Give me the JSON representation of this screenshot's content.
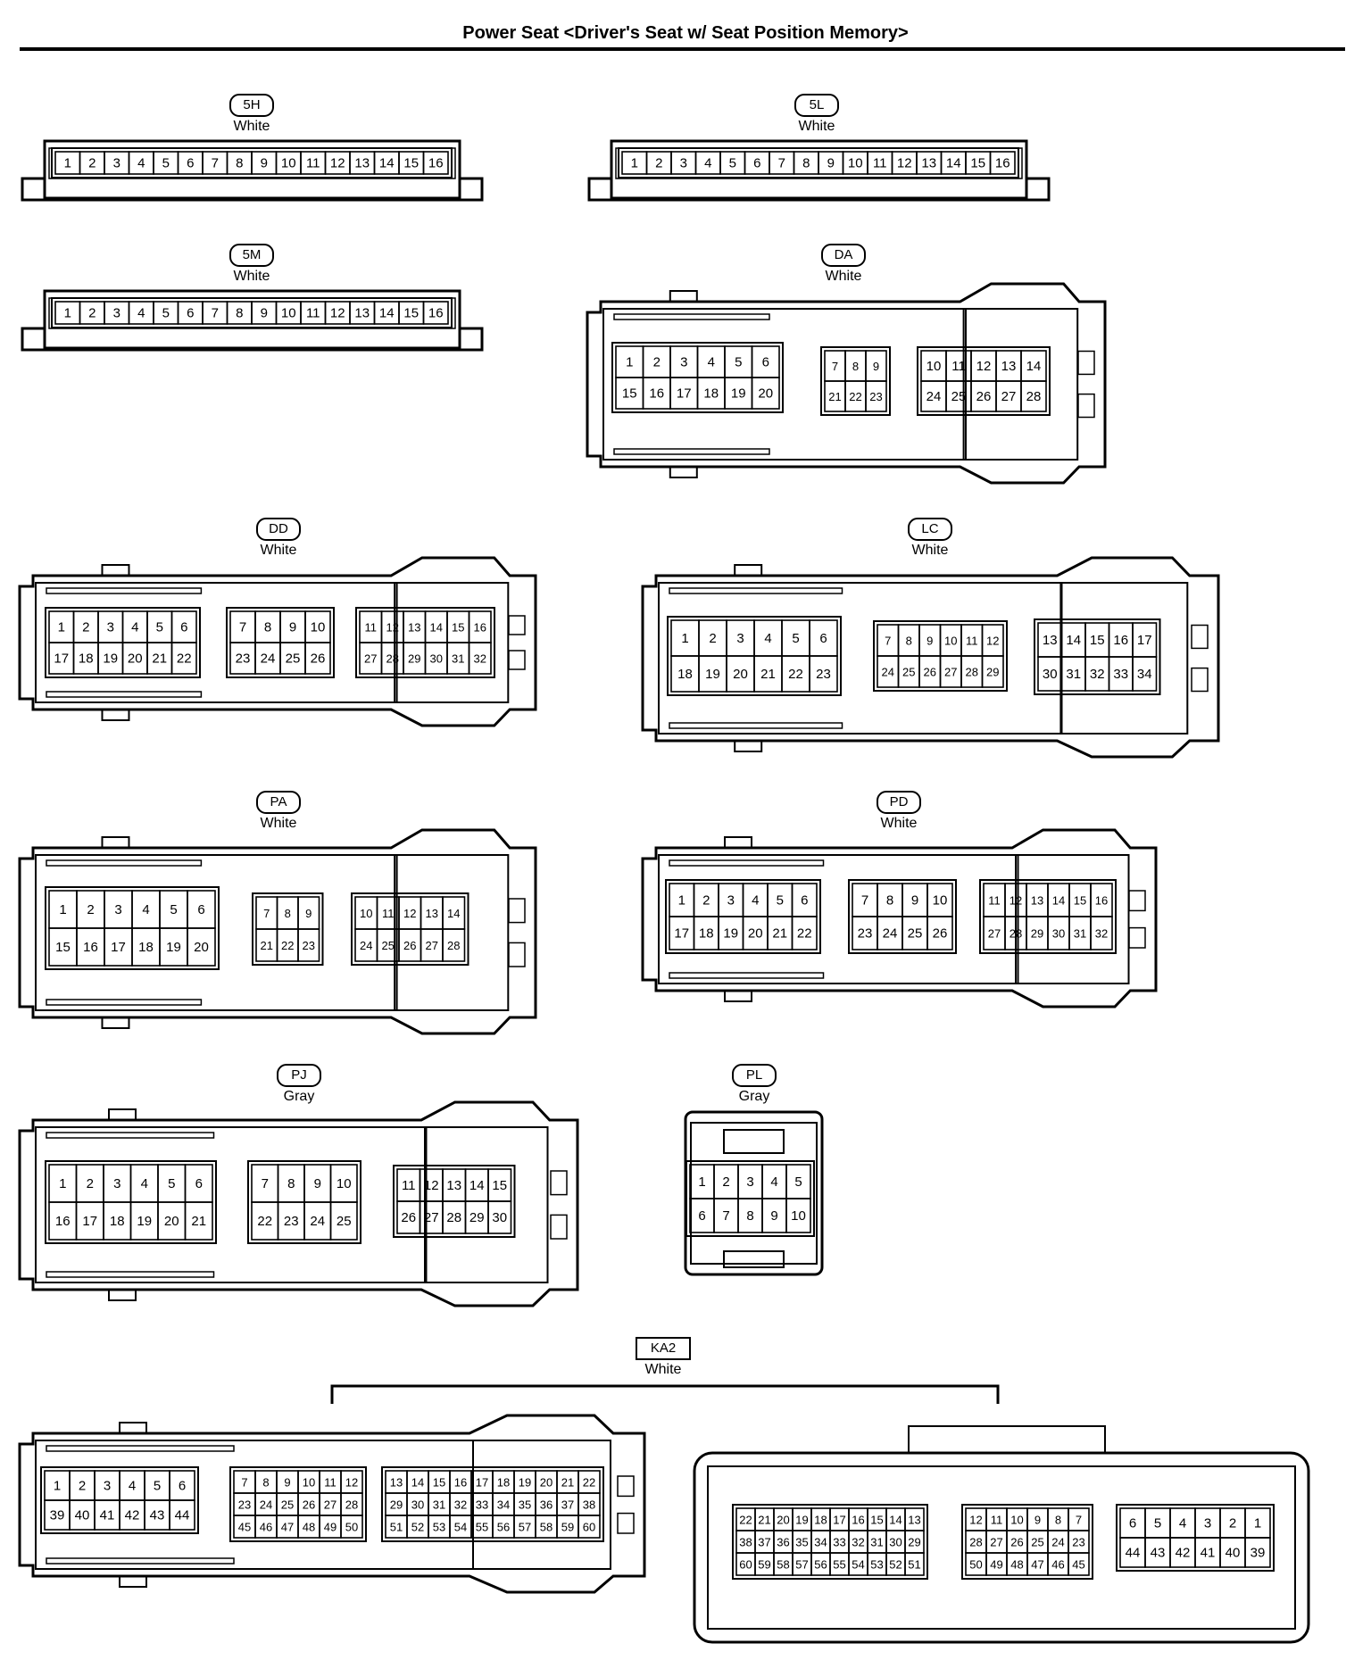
{
  "title": "Power Seat <Driver's Seat w/ Seat Position Memory>",
  "connectors": [
    {
      "id": "5H",
      "color": "White",
      "style": "pill",
      "blocks": [
        {
          "rows": [
            [
              1,
              2,
              3,
              4,
              5,
              6,
              7,
              8,
              9,
              10,
              11,
              12,
              13,
              14,
              15,
              16
            ]
          ]
        }
      ]
    },
    {
      "id": "5L",
      "color": "White",
      "style": "pill",
      "blocks": [
        {
          "rows": [
            [
              1,
              2,
              3,
              4,
              5,
              6,
              7,
              8,
              9,
              10,
              11,
              12,
              13,
              14,
              15,
              16
            ]
          ]
        }
      ]
    },
    {
      "id": "5M",
      "color": "White",
      "style": "pill",
      "blocks": [
        {
          "rows": [
            [
              1,
              2,
              3,
              4,
              5,
              6,
              7,
              8,
              9,
              10,
              11,
              12,
              13,
              14,
              15,
              16
            ]
          ]
        }
      ]
    },
    {
      "id": "DA",
      "color": "White",
      "style": "pill",
      "blocks": [
        {
          "rows": [
            [
              1,
              2,
              3,
              4,
              5,
              6
            ],
            [
              15,
              16,
              17,
              18,
              19,
              20
            ]
          ]
        },
        {
          "rows": [
            [
              7,
              8,
              9
            ],
            [
              21,
              22,
              23
            ]
          ]
        },
        {
          "rows": [
            [
              10,
              11,
              12,
              13,
              14
            ],
            [
              24,
              25,
              26,
              27,
              28
            ]
          ]
        }
      ]
    },
    {
      "id": "DD",
      "color": "White",
      "style": "pill",
      "blocks": [
        {
          "rows": [
            [
              1,
              2,
              3,
              4,
              5,
              6
            ],
            [
              17,
              18,
              19,
              20,
              21,
              22
            ]
          ]
        },
        {
          "rows": [
            [
              7,
              8,
              9,
              10
            ],
            [
              23,
              24,
              25,
              26
            ]
          ]
        },
        {
          "rows": [
            [
              11,
              12,
              13,
              14,
              15,
              16
            ],
            [
              27,
              28,
              29,
              30,
              31,
              32
            ]
          ]
        }
      ]
    },
    {
      "id": "LC",
      "color": "White",
      "style": "pill",
      "blocks": [
        {
          "rows": [
            [
              1,
              2,
              3,
              4,
              5,
              6
            ],
            [
              18,
              19,
              20,
              21,
              22,
              23
            ]
          ]
        },
        {
          "rows": [
            [
              7,
              8,
              9,
              10,
              11,
              12
            ],
            [
              24,
              25,
              26,
              27,
              28,
              29
            ]
          ]
        },
        {
          "rows": [
            [
              13,
              14,
              15,
              16,
              17
            ],
            [
              30,
              31,
              32,
              33,
              34
            ]
          ]
        }
      ]
    },
    {
      "id": "PA",
      "color": "White",
      "style": "pill",
      "blocks": [
        {
          "rows": [
            [
              1,
              2,
              3,
              4,
              5,
              6
            ],
            [
              15,
              16,
              17,
              18,
              19,
              20
            ]
          ]
        },
        {
          "rows": [
            [
              7,
              8,
              9
            ],
            [
              21,
              22,
              23
            ]
          ]
        },
        {
          "rows": [
            [
              10,
              11,
              12,
              13,
              14
            ],
            [
              24,
              25,
              26,
              27,
              28
            ]
          ]
        }
      ]
    },
    {
      "id": "PD",
      "color": "White",
      "style": "pill",
      "blocks": [
        {
          "rows": [
            [
              1,
              2,
              3,
              4,
              5,
              6
            ],
            [
              17,
              18,
              19,
              20,
              21,
              22
            ]
          ]
        },
        {
          "rows": [
            [
              7,
              8,
              9,
              10
            ],
            [
              23,
              24,
              25,
              26
            ]
          ]
        },
        {
          "rows": [
            [
              11,
              12,
              13,
              14,
              15,
              16
            ],
            [
              27,
              28,
              29,
              30,
              31,
              32
            ]
          ]
        }
      ]
    },
    {
      "id": "PJ",
      "color": "Gray",
      "style": "pill",
      "blocks": [
        {
          "rows": [
            [
              1,
              2,
              3,
              4,
              5,
              6
            ],
            [
              16,
              17,
              18,
              19,
              20,
              21
            ]
          ]
        },
        {
          "rows": [
            [
              7,
              8,
              9,
              10
            ],
            [
              22,
              23,
              24,
              25
            ]
          ]
        },
        {
          "rows": [
            [
              11,
              12,
              13,
              14,
              15
            ],
            [
              26,
              27,
              28,
              29,
              30
            ]
          ]
        }
      ]
    },
    {
      "id": "PL",
      "color": "Gray",
      "style": "pill",
      "blocks": [
        {
          "rows": [
            [
              1,
              2,
              3,
              4,
              5
            ],
            [
              6,
              7,
              8,
              9,
              10
            ]
          ]
        }
      ]
    },
    {
      "id": "KA2",
      "color": "White",
      "style": "box",
      "blocks": [
        {
          "rows": [
            [
              1,
              2,
              3,
              4,
              5,
              6
            ],
            [
              39,
              40,
              41,
              42,
              43,
              44
            ]
          ]
        },
        {
          "rows": [
            [
              7,
              8,
              9,
              10,
              11,
              12
            ],
            [
              23,
              24,
              25,
              26,
              27,
              28
            ],
            [
              45,
              46,
              47,
              48,
              49,
              50
            ]
          ]
        },
        {
          "rows": [
            [
              13,
              14,
              15,
              16,
              17,
              18,
              19,
              20,
              21,
              22
            ],
            [
              29,
              30,
              31,
              32,
              33,
              34,
              35,
              36,
              37,
              38
            ],
            [
              51,
              52,
              53,
              54,
              55,
              56,
              57,
              58,
              59,
              60
            ]
          ]
        },
        {
          "rows": [
            [
              22,
              21,
              20,
              19,
              18,
              17,
              16,
              15,
              14,
              13
            ],
            [
              38,
              37,
              36,
              35,
              34,
              33,
              32,
              31,
              30,
              29
            ],
            [
              60,
              59,
              58,
              57,
              56,
              55,
              54,
              53,
              52,
              51
            ]
          ]
        },
        {
          "rows": [
            [
              12,
              11,
              10,
              9,
              8,
              7
            ],
            [
              28,
              27,
              26,
              25,
              24,
              23
            ],
            [
              50,
              49,
              48,
              47,
              46,
              45
            ]
          ]
        },
        {
          "rows": [
            [
              6,
              5,
              4,
              3,
              2,
              1
            ],
            [
              44,
              43,
              42,
              41,
              40,
              39
            ]
          ]
        }
      ]
    }
  ]
}
